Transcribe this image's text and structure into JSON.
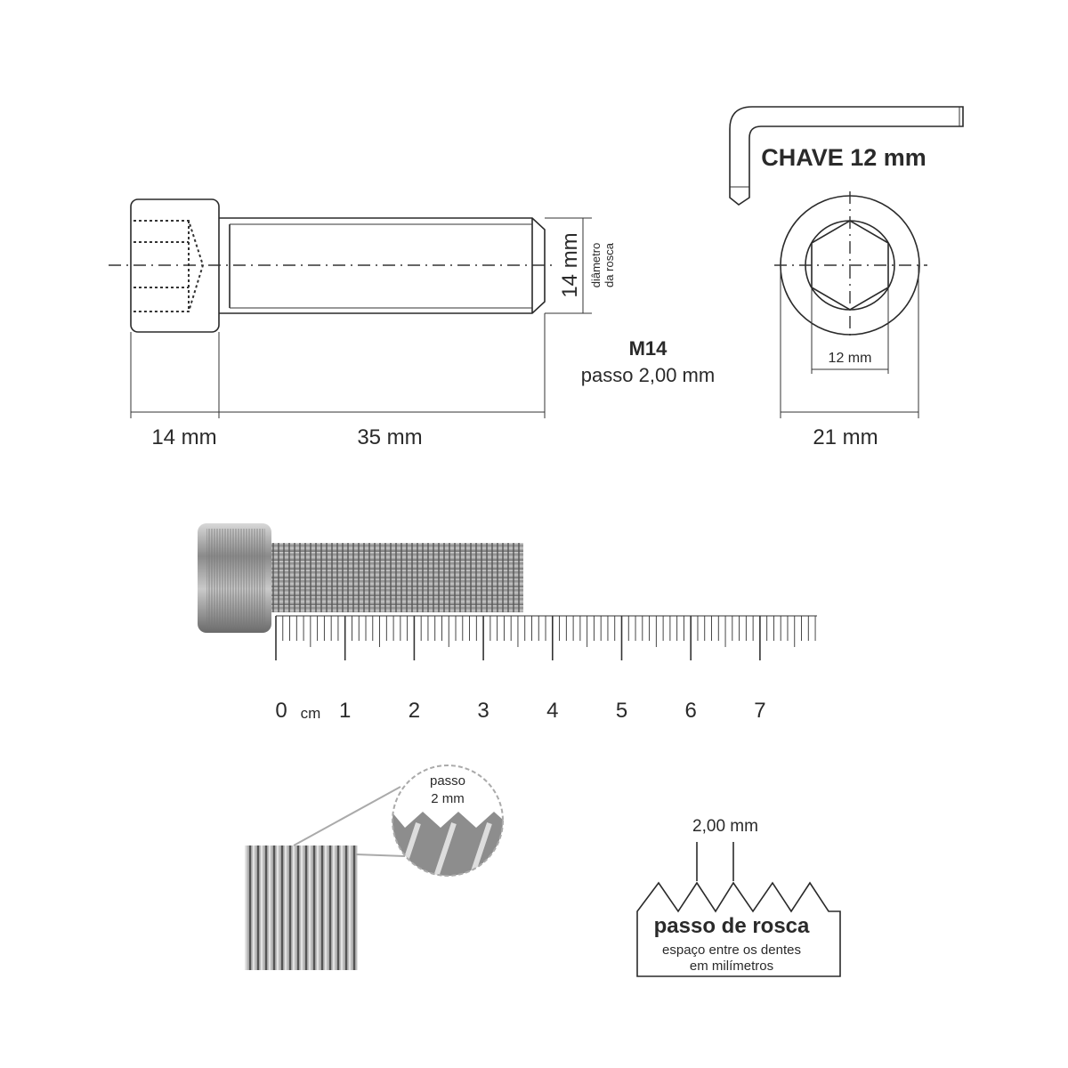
{
  "drawing": {
    "head_length": "14 mm",
    "shank_length": "35 mm",
    "thread_diameter": "14 mm",
    "thread_diameter_label_1": "diâmetro",
    "thread_diameter_label_2": "da rosca",
    "thread_spec": "M14",
    "thread_pitch": "passo 2,00 mm"
  },
  "head_view": {
    "key_label": "CHAVE 12 mm",
    "socket_size": "12 mm",
    "head_diameter": "21 mm"
  },
  "ruler": {
    "unit": "cm",
    "labels": [
      "0",
      "1",
      "2",
      "3",
      "4",
      "5",
      "6",
      "7"
    ]
  },
  "thread_detail": {
    "callout_line1": "passo",
    "callout_line2": "2 mm"
  },
  "pitch_diagram": {
    "pitch_value": "2,00 mm",
    "title": "passo de rosca",
    "subtitle_line1": "espaço entre os dentes",
    "subtitle_line2": "em milímetros"
  },
  "colors": {
    "ink": "#2a2a2a",
    "metal": "#9a9a9a"
  }
}
